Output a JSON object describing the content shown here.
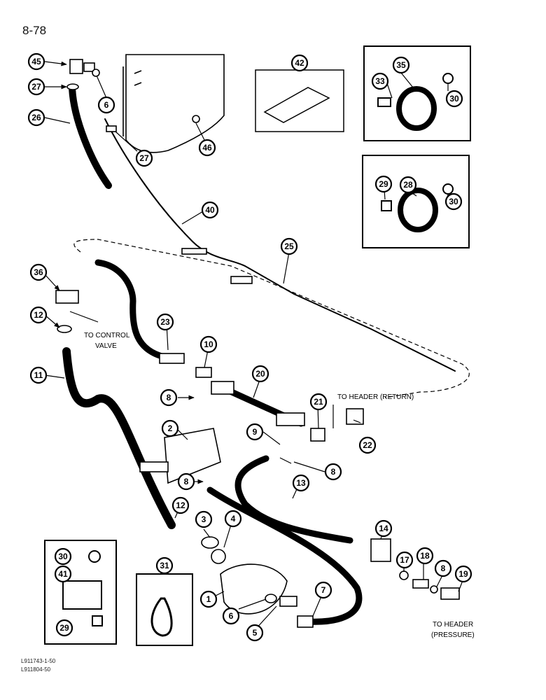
{
  "page_number": "8-78",
  "codes": [
    "L911743-1-50",
    "L911804-50"
  ],
  "notes": {
    "control_valve_1": "TO CONTROL",
    "control_valve_2": "VALVE",
    "header_return": "TO HEADER (RETURN)",
    "header_pressure_1": "TO HEADER",
    "header_pressure_2": "(PRESSURE)"
  },
  "callouts": [
    "45",
    "27",
    "6",
    "26",
    "46",
    "27",
    "42",
    "35",
    "33",
    "30",
    "28",
    "29",
    "30",
    "40",
    "25",
    "36",
    "12",
    "10",
    "23",
    "20",
    "21",
    "22",
    "11",
    "8",
    "2",
    "9",
    "8",
    "8",
    "13",
    "12",
    "3",
    "4",
    "14",
    "17",
    "18",
    "8",
    "19",
    "1",
    "6",
    "5",
    "7",
    "30",
    "41",
    "31",
    "29"
  ],
  "colors": {
    "line": "#000000",
    "background": "#ffffff"
  }
}
